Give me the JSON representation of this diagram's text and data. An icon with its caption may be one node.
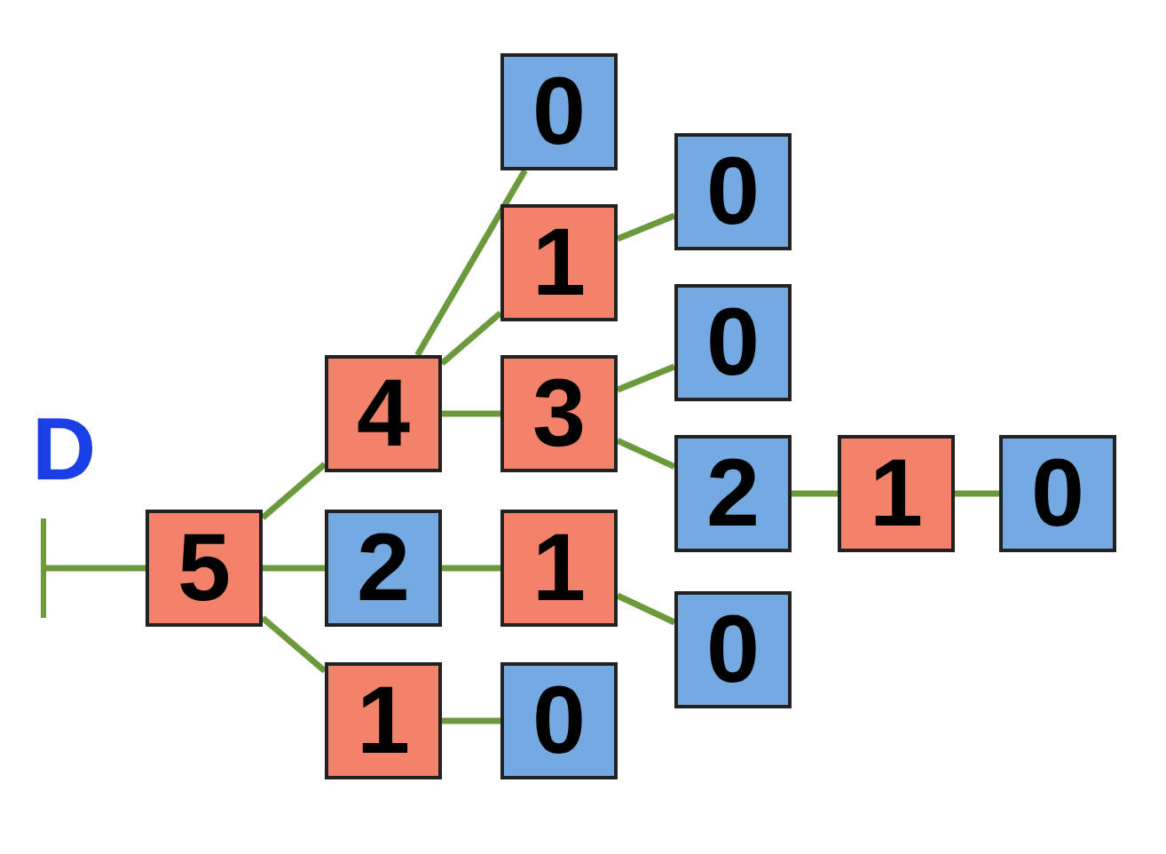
{
  "diagram": {
    "nodes": [
      {
        "text": [
          "5"
        ]
      },
      {
        "text": [
          "4"
        ]
      },
      {
        "text": [
          "2"
        ]
      },
      {
        "text": [
          "1"
        ]
      },
      {
        "text": [
          "0"
        ]
      },
      {
        "text": [
          "1"
        ]
      },
      {
        "text": [
          "3"
        ]
      },
      {
        "text": [
          "1"
        ]
      },
      {
        "text": [
          "0"
        ]
      },
      {
        "text": [
          "0"
        ]
      },
      {
        "text": [
          "0"
        ]
      },
      {
        "text": [
          "2"
        ]
      },
      {
        "text": [
          "0"
        ]
      },
      {
        "text": [
          "1"
        ]
      },
      {
        "text": [
          "0"
        ]
      }
    ],
    "edges": [
      {
        "from": null,
        "to": 0,
        "arrow": "other"
      },
      {
        "from": 0,
        "to": 1,
        "arrow": "none"
      },
      {
        "from": 0,
        "to": 2,
        "arrow": "none"
      },
      {
        "from": 0,
        "to": 3,
        "arrow": "none"
      },
      {
        "from": 1,
        "to": 4,
        "arrow": "none"
      },
      {
        "from": 1,
        "to": 5,
        "arrow": "none"
      },
      {
        "from": 1,
        "to": 6,
        "arrow": "none"
      },
      {
        "from": 5,
        "to": 9,
        "arrow": "none"
      },
      {
        "from": 6,
        "to": 10,
        "arrow": "none"
      },
      {
        "from": 6,
        "to": 11,
        "arrow": "none"
      },
      {
        "from": 2,
        "to": 7,
        "arrow": "none"
      },
      {
        "from": 7,
        "to": 12,
        "arrow": "none"
      },
      {
        "from": 3,
        "to": 8,
        "arrow": "none"
      },
      {
        "from": 11,
        "to": 13,
        "arrow": "none"
      },
      {
        "from": 13,
        "to": 14,
        "arrow": "none"
      }
    ],
    "labels": [
      "D"
    ]
  }
}
